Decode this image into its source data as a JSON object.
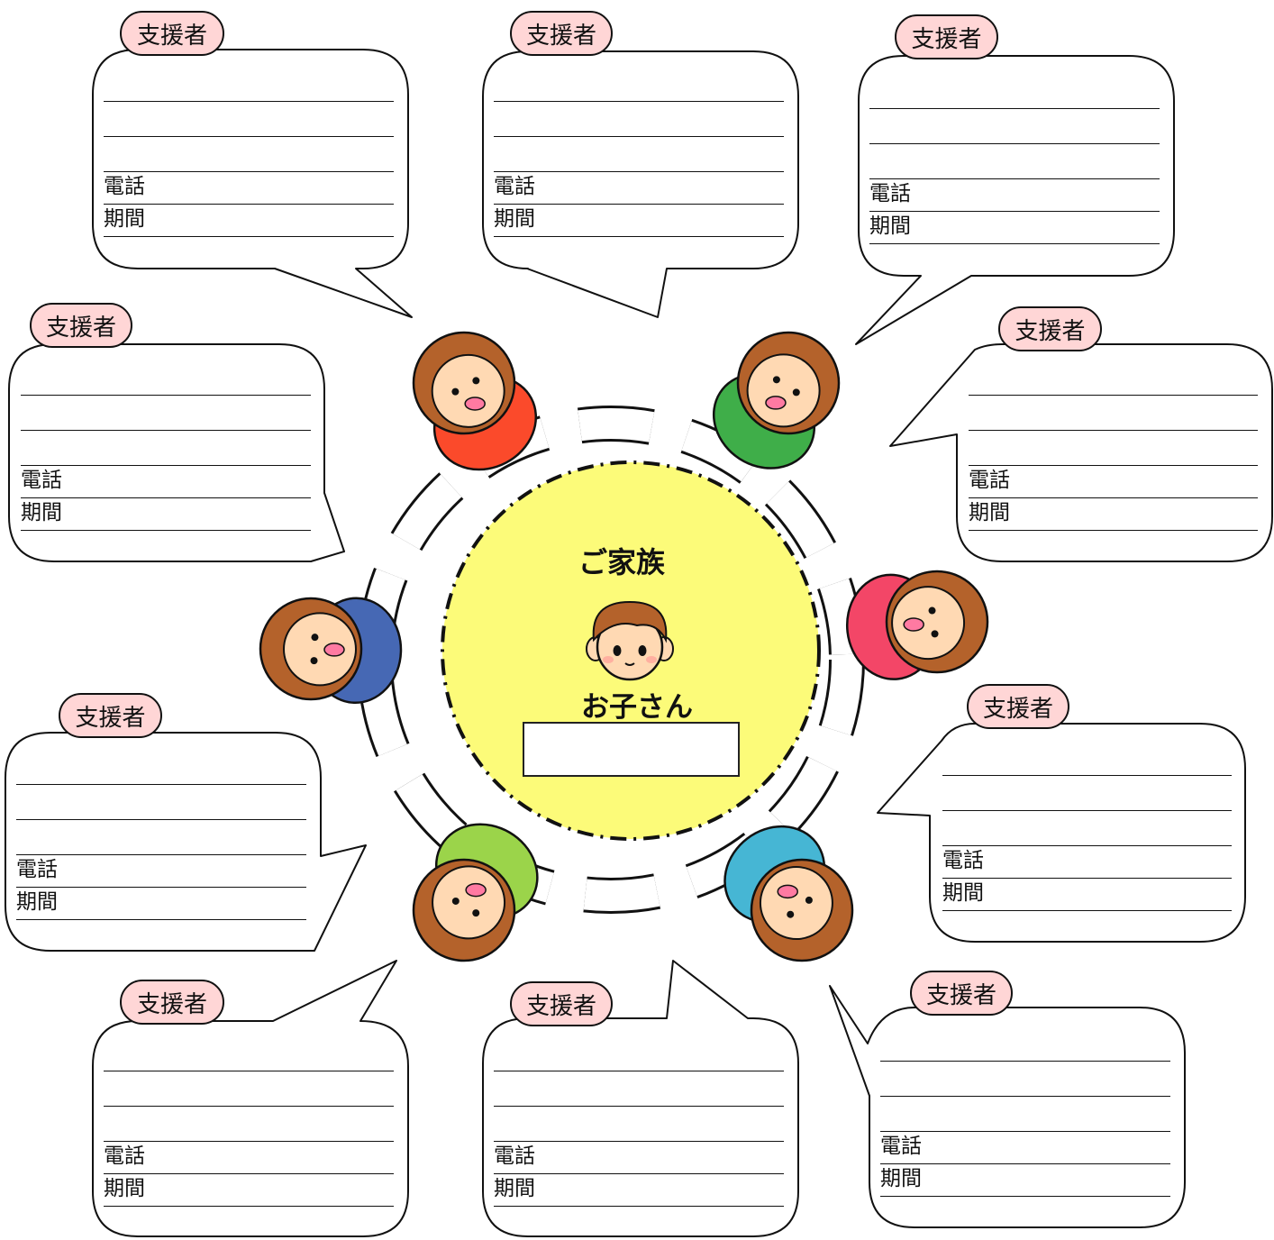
{
  "center": {
    "family_label": "ご家族",
    "child_label": "お子さん",
    "child_name": "",
    "circle_color": "#fcfb79"
  },
  "colors": {
    "tag_fill": "#ffd6d6",
    "skin": "#ffd9b3",
    "hair": "#b4622b",
    "sleeve": "#ffffff"
  },
  "shirt_colors": [
    "#fb4a2b",
    "#3fae49",
    "#f34667",
    "#46b6d4",
    "#9bd44a",
    "#4668b4"
  ],
  "supporters": [
    {
      "tag": "支援者",
      "phone_label": "電話",
      "period_label": "期間"
    },
    {
      "tag": "支援者",
      "phone_label": "電話",
      "period_label": "期間"
    },
    {
      "tag": "支援者",
      "phone_label": "電話",
      "period_label": "期間"
    },
    {
      "tag": "支援者",
      "phone_label": "電話",
      "period_label": "期間"
    },
    {
      "tag": "支援者",
      "phone_label": "電話",
      "period_label": "期間"
    },
    {
      "tag": "支援者",
      "phone_label": "電話",
      "period_label": "期間"
    },
    {
      "tag": "支援者",
      "phone_label": "電話",
      "period_label": "期間"
    },
    {
      "tag": "支援者",
      "phone_label": "電話",
      "period_label": "期間"
    },
    {
      "tag": "支援者",
      "phone_label": "電話",
      "period_label": "期間"
    }
  ]
}
